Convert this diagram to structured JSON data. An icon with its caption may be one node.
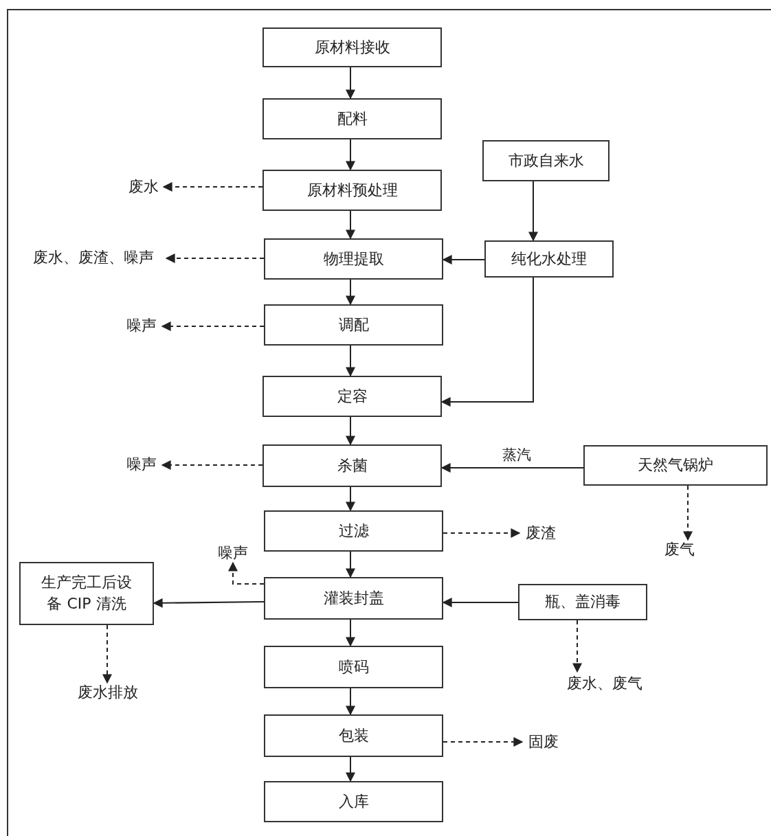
{
  "diagram": {
    "nodes": [
      {
        "text": [
          "原材料接收"
        ]
      },
      {
        "text": [
          "配料"
        ]
      },
      {
        "text": [
          "原材料预处理"
        ]
      },
      {
        "text": [
          "物理提取"
        ]
      },
      {
        "text": [
          "调配"
        ]
      },
      {
        "text": [
          "定容"
        ]
      },
      {
        "text": [
          "杀菌"
        ]
      },
      {
        "text": [
          "过滤"
        ]
      },
      {
        "text": [
          "灌装封盖"
        ]
      },
      {
        "text": [
          "喷码"
        ]
      },
      {
        "text": [
          "包装"
        ]
      },
      {
        "text": [
          "入库"
        ]
      },
      {
        "text": [
          "市政自来水"
        ]
      },
      {
        "text": [
          "纯化水处理"
        ]
      },
      {
        "text": [
          "天然气锅炉"
        ]
      },
      {
        "text": [
          "瓶、盖消毒"
        ]
      },
      {
        "text": [
          "生产完工后设备 CIP 清洗"
        ]
      },
      {
        "text": [
          "废水"
        ]
      },
      {
        "text": [
          "废水、废渣、噪声"
        ]
      },
      {
        "text": [
          "噪声"
        ]
      },
      {
        "text": [
          "噪声"
        ]
      },
      {
        "text": [
          "废渣"
        ]
      },
      {
        "text": [
          "废气"
        ]
      },
      {
        "text": [
          "噪声"
        ]
      },
      {
        "text": [
          "废水排放"
        ]
      },
      {
        "text": [
          "废水、废气"
        ]
      },
      {
        "text": [
          "固废"
        ]
      }
    ],
    "edges": [
      {
        "from": 0,
        "to": 1,
        "arrow": "to"
      },
      {
        "from": 1,
        "to": 2,
        "arrow": "to"
      },
      {
        "from": 2,
        "to": 3,
        "arrow": "to"
      },
      {
        "from": 3,
        "to": 4,
        "arrow": "to"
      },
      {
        "from": 4,
        "to": 5,
        "arrow": "to"
      },
      {
        "from": 5,
        "to": 6,
        "arrow": "to"
      },
      {
        "from": 6,
        "to": 7,
        "arrow": "to"
      },
      {
        "from": 7,
        "to": 8,
        "arrow": "to"
      },
      {
        "from": 8,
        "to": 9,
        "arrow": "to"
      },
      {
        "from": 9,
        "to": 10,
        "arrow": "to"
      },
      {
        "from": 10,
        "to": 11,
        "arrow": "to"
      },
      {
        "from": 12,
        "to": 13,
        "arrow": "to"
      },
      {
        "from": 13,
        "to": 3,
        "arrow": "to"
      },
      {
        "from": 13,
        "to": 5,
        "arrow": "to"
      },
      {
        "from": 14,
        "to": 6,
        "arrow": "to",
        "label": "蒸汽"
      },
      {
        "from": 15,
        "to": 8,
        "arrow": "to"
      },
      {
        "from": 8,
        "to": 16,
        "arrow": "to"
      },
      {
        "from": 2,
        "to": 17,
        "arrow": "to",
        "style": "dashed"
      },
      {
        "from": 3,
        "to": 18,
        "arrow": "to",
        "style": "dashed"
      },
      {
        "from": 4,
        "to": 19,
        "arrow": "to",
        "style": "dashed"
      },
      {
        "from": 6,
        "to": 20,
        "arrow": "to",
        "style": "dashed"
      },
      {
        "from": 7,
        "to": 21,
        "arrow": "to",
        "style": "dashed"
      },
      {
        "from": 14,
        "to": 22,
        "arrow": "to",
        "style": "dashed"
      },
      {
        "from": 8,
        "to": 23,
        "arrow": "to",
        "style": "dashed"
      },
      {
        "from": 16,
        "to": 24,
        "arrow": "to",
        "style": "dashed"
      },
      {
        "from": 15,
        "to": 25,
        "arrow": "to",
        "style": "dashed"
      },
      {
        "from": 10,
        "to": 26,
        "arrow": "to",
        "style": "dashed"
      }
    ]
  }
}
